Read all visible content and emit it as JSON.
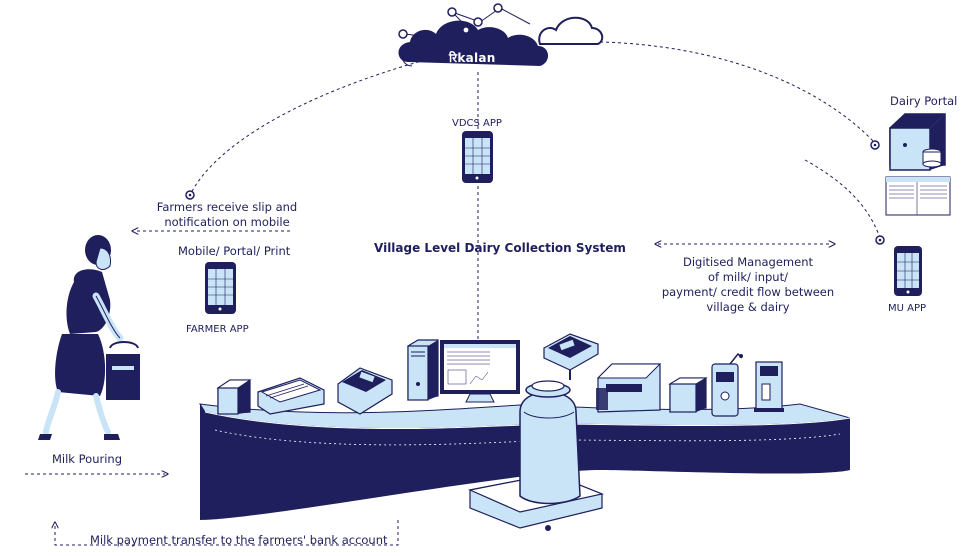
{
  "logo": {
    "text": "रिkalan"
  },
  "labels": {
    "dairy_portal": "Dairy Portal",
    "vdcs_app": "VDCS  APP",
    "farmers_slip_line1": "Farmers receive slip and",
    "farmers_slip_line2": "notification on mobile",
    "mobile_portal_print": "Mobile/ Portal/ Print",
    "farmer_app": "FARMER APP",
    "village_system": "Village Level Dairy Collection System",
    "digitised_line1": "Digitised Management",
    "digitised_line2": "of milk/ input/",
    "digitised_line3": "payment/ credit flow between",
    "digitised_line4": "village & dairy",
    "mu_app": "MU APP",
    "milk_pouring": "Milk Pouring",
    "payment_transfer": "Milk payment transfer to the farmers' bank account"
  },
  "colors": {
    "navy": "#1e1f5c",
    "light_blue": "#c9e3f7",
    "white": "#ffffff"
  },
  "icons": [
    "cloud-icon",
    "server-icon",
    "phone-icon",
    "farmer-figure-icon",
    "milk-can-icon",
    "computer-icon",
    "printer-icon",
    "weighing-scale-icon",
    "analyzer-icon"
  ]
}
